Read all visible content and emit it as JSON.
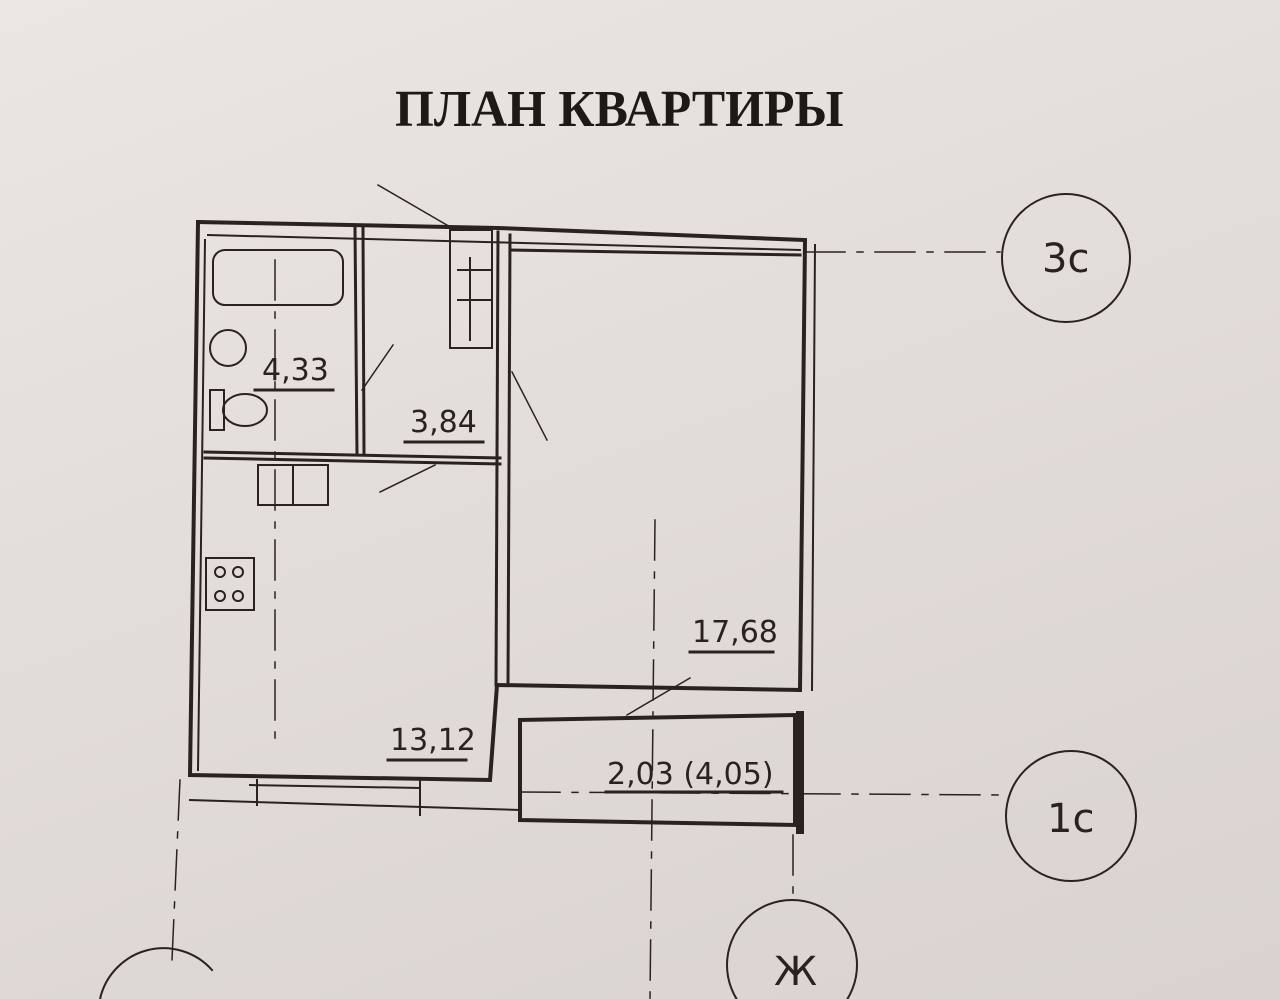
{
  "title": "ПЛАН КВАРТИРЫ",
  "rooms": [
    {
      "name": "bathroom",
      "area": "4,33"
    },
    {
      "name": "hallway",
      "area": "3,84"
    },
    {
      "name": "kitchen",
      "area": "13,12"
    },
    {
      "name": "living-room",
      "area": "17,68"
    },
    {
      "name": "balcony",
      "area": "2,03 (4,05)"
    }
  ],
  "axes": {
    "top_right": "3с",
    "bottom_right": "1с",
    "bottom": "Ж"
  }
}
